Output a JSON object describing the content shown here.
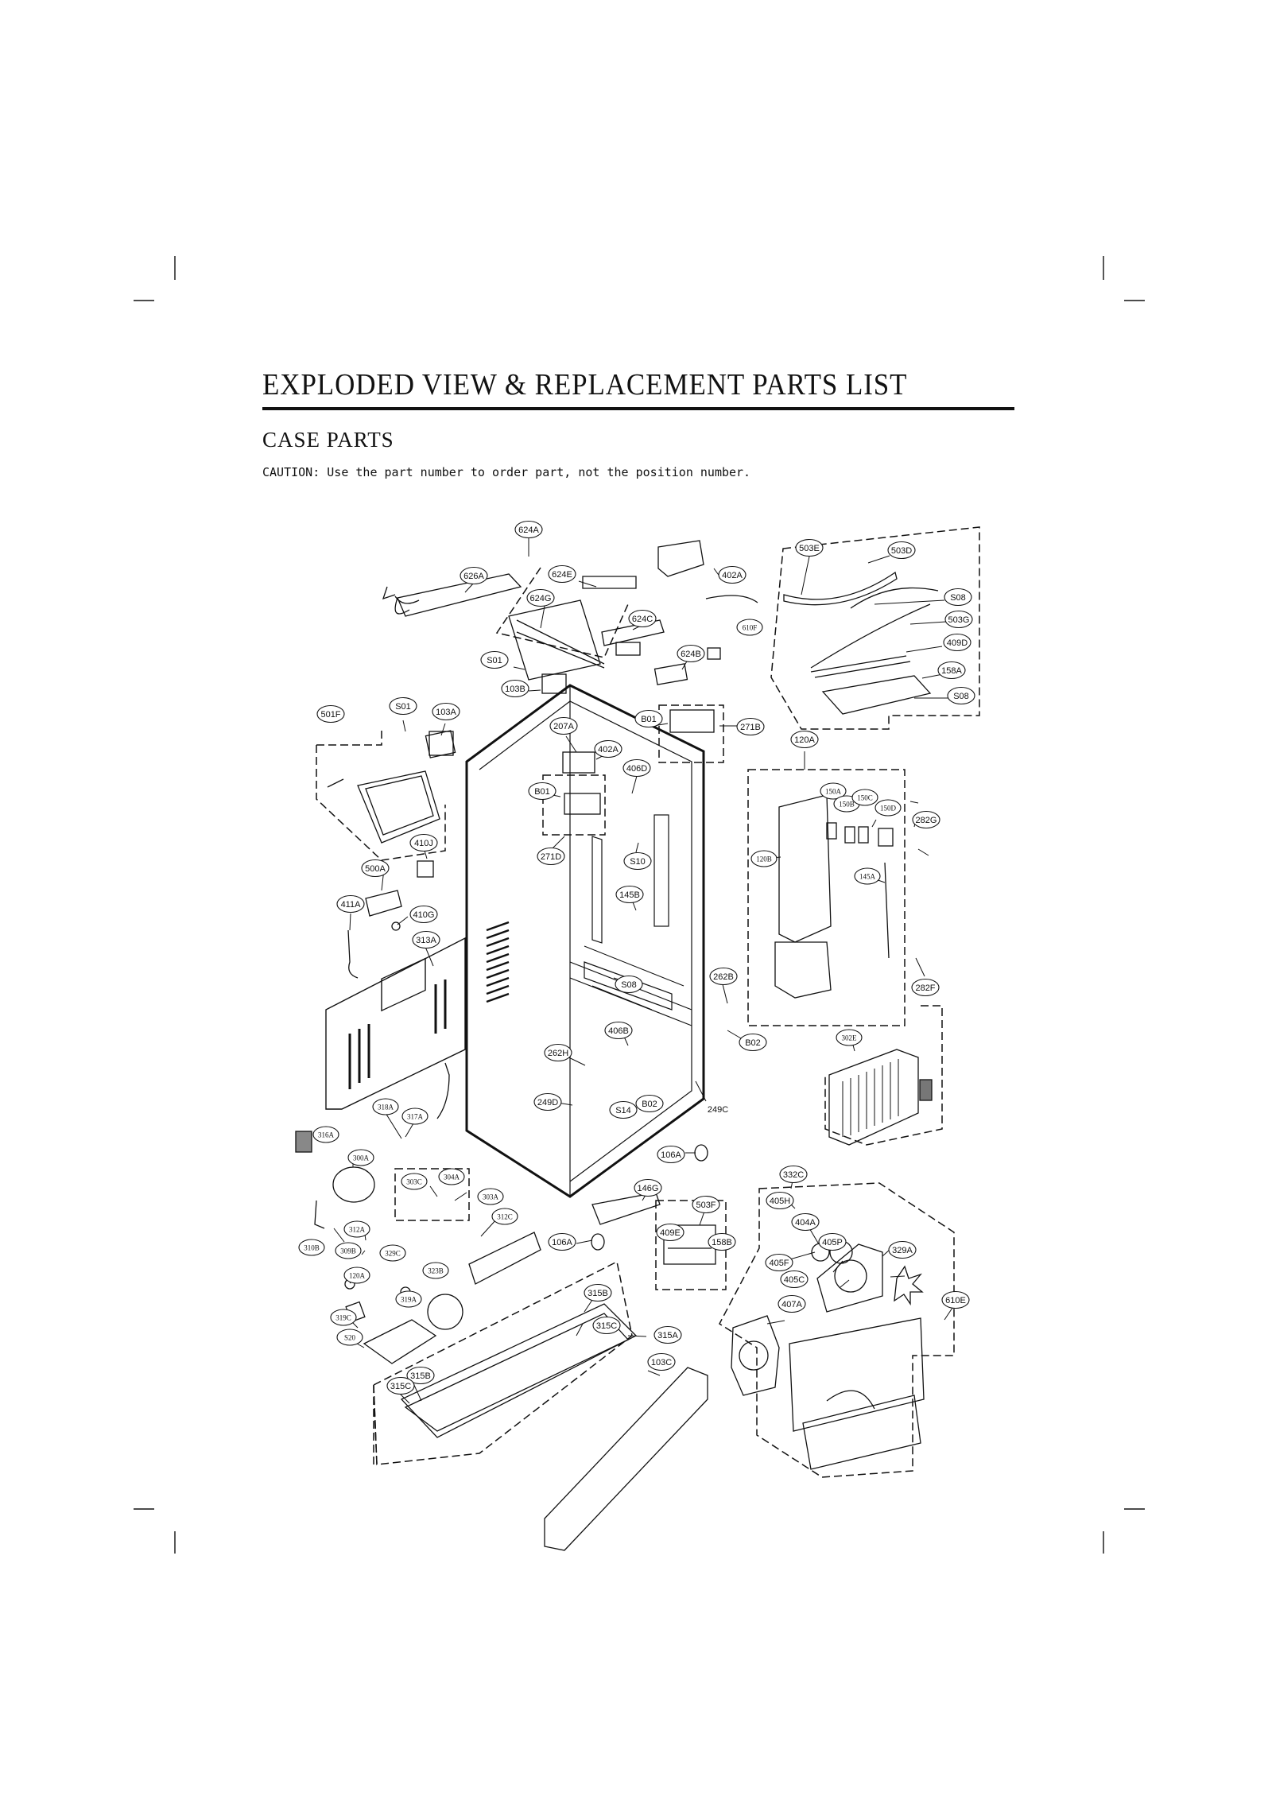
{
  "document": {
    "title": "EXPLODED VIEW & REPLACEMENT PARTS LIST",
    "section": "CASE PARTS",
    "caution": "CAUTION: Use the part number to order part, not the position number."
  },
  "callouts": [
    {
      "label": "624A"
    },
    {
      "label": "626A"
    },
    {
      "label": "624E"
    },
    {
      "label": "624G"
    },
    {
      "label": "624C"
    },
    {
      "label": "624B"
    },
    {
      "label": "402A"
    },
    {
      "label": "610F"
    },
    {
      "label": "503E"
    },
    {
      "label": "503D"
    },
    {
      "label": "S08"
    },
    {
      "label": "503G"
    },
    {
      "label": "409D"
    },
    {
      "label": "158A"
    },
    {
      "label": "S08"
    },
    {
      "label": "S01"
    },
    {
      "label": "103B"
    },
    {
      "label": "S01"
    },
    {
      "label": "103A"
    },
    {
      "label": "501F"
    },
    {
      "label": "B01"
    },
    {
      "label": "271B"
    },
    {
      "label": "120A"
    },
    {
      "label": "207A"
    },
    {
      "label": "402A"
    },
    {
      "label": "406D"
    },
    {
      "label": "B01"
    },
    {
      "label": "150A"
    },
    {
      "label": "150B"
    },
    {
      "label": "150C"
    },
    {
      "label": "150D"
    },
    {
      "label": "282G"
    },
    {
      "label": "120B"
    },
    {
      "label": "410J"
    },
    {
      "label": "271D"
    },
    {
      "label": "S10"
    },
    {
      "label": "500A"
    },
    {
      "label": "145A"
    },
    {
      "label": "411A"
    },
    {
      "label": "145B"
    },
    {
      "label": "410G"
    },
    {
      "label": "313A"
    },
    {
      "label": "S08"
    },
    {
      "label": "262B"
    },
    {
      "label": "282F"
    },
    {
      "label": "406B"
    },
    {
      "label": "B02"
    },
    {
      "label": "302E"
    },
    {
      "label": "262H"
    },
    {
      "label": "249D"
    },
    {
      "label": "S14"
    },
    {
      "label": "B02"
    },
    {
      "label": "249C"
    },
    {
      "label": "318A"
    },
    {
      "label": "317A"
    },
    {
      "label": "316A"
    },
    {
      "label": "106A"
    },
    {
      "label": "300A"
    },
    {
      "label": "303C"
    },
    {
      "label": "304A"
    },
    {
      "label": "303A"
    },
    {
      "label": "146G"
    },
    {
      "label": "332C"
    },
    {
      "label": "503F"
    },
    {
      "label": "405H"
    },
    {
      "label": "312C"
    },
    {
      "label": "312A"
    },
    {
      "label": "404A"
    },
    {
      "label": "310B"
    },
    {
      "label": "309B"
    },
    {
      "label": "329C"
    },
    {
      "label": "106A"
    },
    {
      "label": "409E"
    },
    {
      "label": "158B"
    },
    {
      "label": "405P"
    },
    {
      "label": "329A"
    },
    {
      "label": "405F"
    },
    {
      "label": "120A"
    },
    {
      "label": "323B"
    },
    {
      "label": "405C"
    },
    {
      "label": "319A"
    },
    {
      "label": "315B"
    },
    {
      "label": "407A"
    },
    {
      "label": "610E"
    },
    {
      "label": "319C"
    },
    {
      "label": "315C"
    },
    {
      "label": "315A"
    },
    {
      "label": "S20"
    },
    {
      "label": "103C"
    },
    {
      "label": "315B"
    },
    {
      "label": "315C"
    }
  ]
}
